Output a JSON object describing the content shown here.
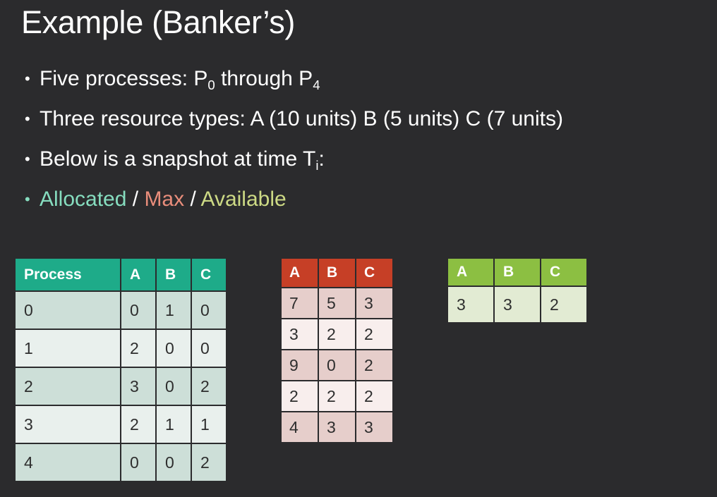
{
  "slide": {
    "title": "Example (Banker’s)",
    "background_color": "#2b2b2d",
    "bullets": [
      {
        "dot_color": "#ffffff",
        "segments": [
          {
            "text": "Five processes: P",
            "color": "#ffffff"
          },
          {
            "text": "0",
            "color": "#ffffff",
            "sub": true
          },
          {
            "text": " through P",
            "color": "#ffffff"
          },
          {
            "text": "4",
            "color": "#ffffff",
            "sub": true
          }
        ]
      },
      {
        "dot_color": "#ffffff",
        "segments": [
          {
            "text": "Three resource types: A (10 units)  B (5 units) C (7 units)",
            "color": "#ffffff"
          }
        ]
      },
      {
        "dot_color": "#ffffff",
        "segments": [
          {
            "text": "Below is a snapshot at time T",
            "color": "#ffffff"
          },
          {
            "text": "i",
            "color": "#ffffff",
            "sub": true
          },
          {
            "text": ":",
            "color": "#ffffff"
          }
        ]
      },
      {
        "dot_color": "#86ddbf",
        "segments": [
          {
            "text": "Allocated",
            "color": "#86ddbf"
          },
          {
            "text": " / ",
            "color": "#ffffff"
          },
          {
            "text": "Max",
            "color": "#e98d7b"
          },
          {
            "text": " / ",
            "color": "#ffffff"
          },
          {
            "text": "Available",
            "color": "#cdda85"
          }
        ]
      }
    ]
  },
  "tables": {
    "allocated": {
      "name": "Allocated",
      "header_color": "#1eab89",
      "headers": [
        "Process",
        "A",
        "B",
        "C"
      ],
      "rows": [
        [
          "0",
          "0",
          "1",
          "0"
        ],
        [
          "1",
          "2",
          "0",
          "0"
        ],
        [
          "2",
          "3",
          "0",
          "2"
        ],
        [
          "3",
          "2",
          "1",
          "1"
        ],
        [
          "4",
          "0",
          "0",
          "2"
        ]
      ]
    },
    "max": {
      "name": "Max",
      "header_color": "#c63f26",
      "headers": [
        "A",
        "B",
        "C"
      ],
      "rows": [
        [
          "7",
          "5",
          "3"
        ],
        [
          "3",
          "2",
          "2"
        ],
        [
          "9",
          "0",
          "2"
        ],
        [
          "2",
          "2",
          "2"
        ],
        [
          "4",
          "3",
          "3"
        ]
      ]
    },
    "available": {
      "name": "Available",
      "header_color": "#8cbf42",
      "headers": [
        "A",
        "B",
        "C"
      ],
      "rows": [
        [
          "3",
          "3",
          "2"
        ]
      ]
    }
  }
}
